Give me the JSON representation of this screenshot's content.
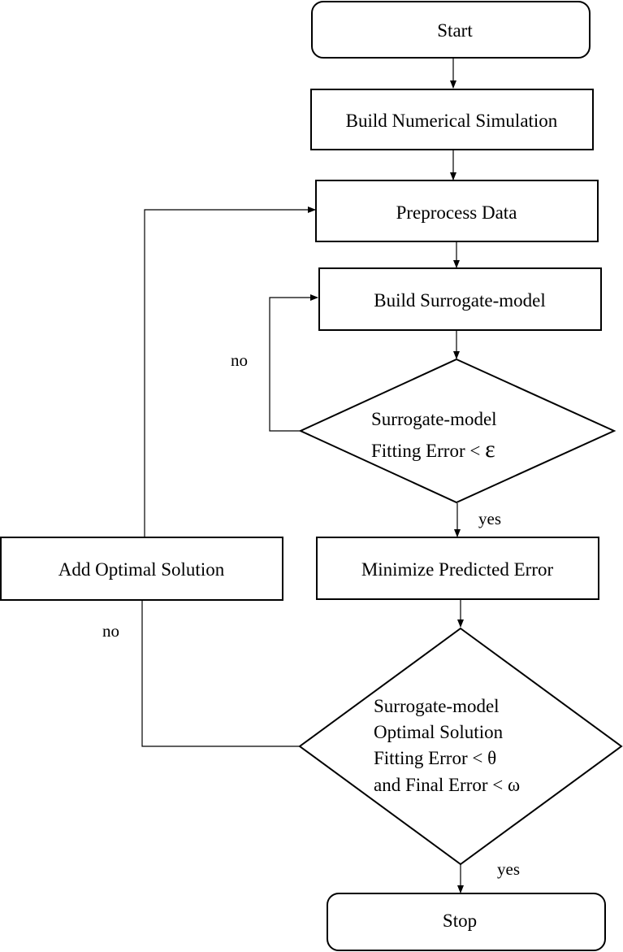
{
  "nodes": {
    "start": "Start",
    "build_sim": "Build Numerical Simulation",
    "preprocess": "Preprocess Data",
    "build_surrogate": "Build Surrogate-model",
    "decision1": {
      "line1": "Surrogate-model",
      "line2_text": "Fitting Error <",
      "line2_symbol": "ε"
    },
    "minimize": "Minimize Predicted Error",
    "add_optimal": "Add Optimal Solution",
    "decision2": {
      "line1": "Surrogate-model",
      "line2": "Optimal Solution",
      "line3": "Fitting Error < θ",
      "line4": "and Final Error <  ω"
    },
    "stop": "Stop"
  },
  "edge_labels": {
    "d1_no": "no",
    "d1_yes": "yes",
    "d2_no": "no",
    "d2_yes": "yes"
  }
}
